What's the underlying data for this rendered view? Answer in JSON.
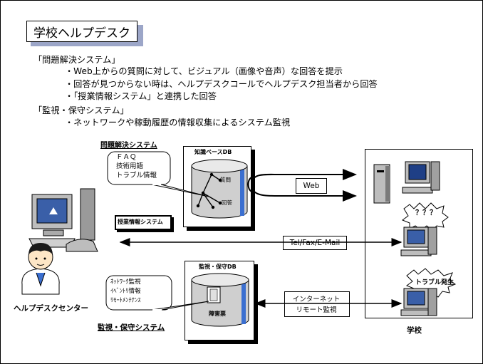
{
  "title": "学校ヘルプデスク",
  "bullets": [
    {
      "text": "「問題解決システム」",
      "level": 0
    },
    {
      "text": "・Web上からの質問に対して、ビジュアル（画像や音声）な回答を提示",
      "level": 1
    },
    {
      "text": "・回答が見つからない時は、ヘルプデスクコールでヘルプデスク担当者から回答",
      "level": 1
    },
    {
      "text": "・「授業情報システム」と連携した回答",
      "level": 1
    },
    {
      "text": "「監視・保守システム」",
      "level": 0
    },
    {
      "text": "・ネットワークや稼動履歴の情報収集によるシステム監視",
      "level": 1
    }
  ],
  "diagram": {
    "problem_system_label": "問題解決システム",
    "knowledge_db_label": "知識ベースDB",
    "callout_faq": [
      "ＦＡＱ",
      "技術用語",
      "トラブル情報"
    ],
    "lesson_info_system": "授業情報システム",
    "node_question": "質問",
    "node_answer": "回答",
    "web_label": "Web",
    "tel_label": "Tel/Fax/E-Mail",
    "monitor_db_label": "監視・保守DB",
    "callout_monitor": [
      "ﾈｯﾄﾜｰｸ監視",
      "ｲﾍﾞﾝﾄﾘ情報",
      "ﾘﾓｰﾄﾒﾝﾃﾅﾝｽ"
    ],
    "fault_label": "障害票",
    "internet_lines": [
      "インターネット",
      "リモート監視"
    ],
    "monitor_system_label": "監視・保守システム",
    "helpdesk_label": "ヘルプデスクセンター",
    "school_label": "学校",
    "question_marks": "？？？",
    "trouble_label": "トラブル発生"
  },
  "colors": {
    "title_shadow": "#9ca6c8",
    "db_blue": "#3b6fd0",
    "monitor_screen": "#3a5fa8",
    "machine_gray": "#bdbdbd"
  }
}
